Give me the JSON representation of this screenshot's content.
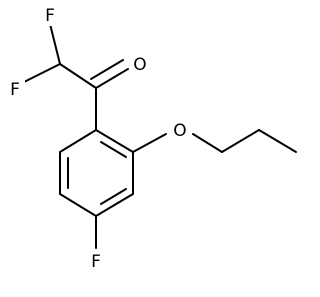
{
  "molecule": {
    "atoms": {
      "f_top": "F",
      "f_left": "F",
      "o_carbonyl": "O",
      "o_ether": "O",
      "f_ring": "F"
    }
  },
  "colors": {
    "bond": "#000000",
    "label": "#000000",
    "background": "#ffffff"
  }
}
